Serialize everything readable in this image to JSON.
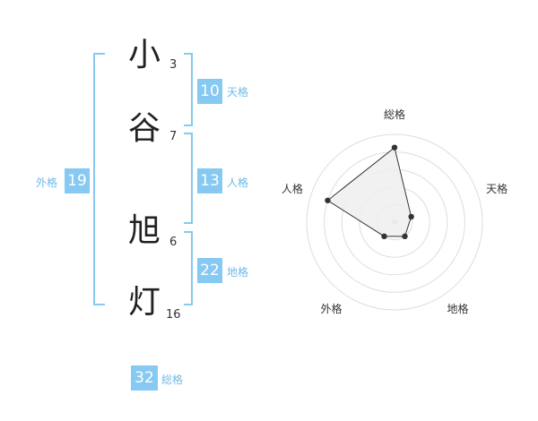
{
  "name": {
    "chars": [
      {
        "char": "小",
        "strokes": "3"
      },
      {
        "char": "谷",
        "strokes": "7"
      },
      {
        "char": "旭",
        "strokes": "6"
      },
      {
        "char": "灯",
        "strokes": "16"
      }
    ]
  },
  "kaku": {
    "ten": {
      "value": "10",
      "label": "天格"
    },
    "jin": {
      "value": "13",
      "label": "人格"
    },
    "chi": {
      "value": "22",
      "label": "地格"
    },
    "gai": {
      "value": "19",
      "label": "外格"
    },
    "sokaku": {
      "value": "32",
      "label": "総格"
    }
  },
  "colors": {
    "accent": "#86c9f2",
    "bracket": "#86c9f2",
    "grid": "#dddddd",
    "radar_fill": "#eeeeee",
    "radar_line": "#333333"
  },
  "chart_data": {
    "type": "radar",
    "axes": [
      "総格",
      "天格",
      "地格",
      "外格",
      "人格"
    ],
    "values": [
      0.85,
      0.2,
      0.2,
      0.2,
      0.8
    ],
    "max": 1,
    "rings": 5,
    "grid": true
  }
}
